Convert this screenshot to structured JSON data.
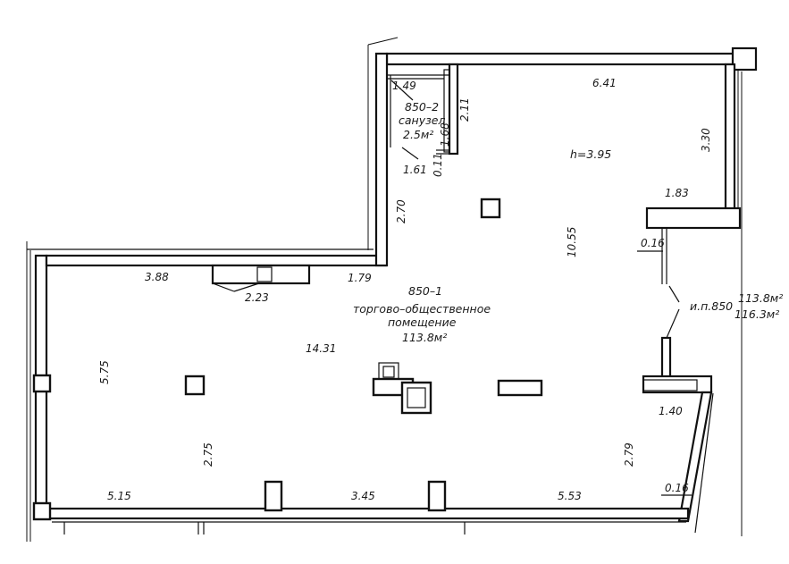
{
  "plan": {
    "room_main": {
      "number": "850–1",
      "name_line1": "торгово–общественное",
      "name_line2": "помещение",
      "area": "113.8м²"
    },
    "room_wc": {
      "number": "850–2",
      "name": "санузел",
      "area": "2.5м²"
    },
    "height": "h=3.95",
    "unit_label": "и.п.850",
    "total_area_1": "113.8м²",
    "total_area_2": "116.3м²",
    "dimensions": {
      "top_6_41": "6.41",
      "wc_1_49": "1.49",
      "wc_2_11": "2.11",
      "wc_1_68": "1.68",
      "wc_0_11": "0.11",
      "wc_1_61": "1.61",
      "right_3_30": "3.30",
      "right_1_83": "1.83",
      "right_0_16": "0.16",
      "center_10_55": "10.55",
      "left_2_70": "2.70",
      "left_3_88": "3.88",
      "left_2_23": "2.23",
      "left_1_79": "1.79",
      "middle_14_31": "14.31",
      "left_5_75": "5.75",
      "left_2_75": "2.75",
      "right_1_40": "1.40",
      "right_2_79": "2.79",
      "right_0_16b": "0.16",
      "bottom_5_15": "5.15",
      "bottom_3_45": "3.45",
      "bottom_5_53": "5.53"
    }
  }
}
